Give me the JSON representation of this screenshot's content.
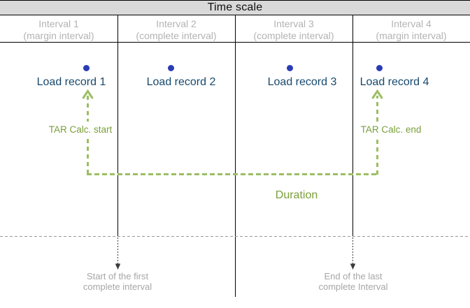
{
  "title": "Time scale",
  "intervals": [
    {
      "name": "Interval 1",
      "type": "(margin interval)"
    },
    {
      "name": "Interval 2",
      "type": "(complete interval)"
    },
    {
      "name": "Interval 3",
      "type": "(complete interval)"
    },
    {
      "name": "Interval 4",
      "type": "(margin interval)"
    }
  ],
  "records": [
    {
      "label": "Load record 1"
    },
    {
      "label": "Load record 2"
    },
    {
      "label": "Load record 3"
    },
    {
      "label": "Load record 4"
    }
  ],
  "annotations": {
    "tar_start": "TAR Calc. start",
    "tar_end": "TAR Calc. end",
    "duration": "Duration"
  },
  "footnotes": {
    "start": {
      "line1": "Start of the first",
      "line2": "complete interval"
    },
    "end": {
      "line1": "End of the last",
      "line2": "complete Interval"
    }
  },
  "colors": {
    "header_bg": "#d9d9d9",
    "record_text": "#17496d",
    "dot_blue": "#2a3cb4",
    "green_line": "#9cbe63",
    "green_text": "#7a9e3b",
    "interval_text": "#b3b3b3",
    "footnote_text": "#a6a6a6",
    "grid_black": "#000000",
    "baseline_gray": "#999999"
  }
}
